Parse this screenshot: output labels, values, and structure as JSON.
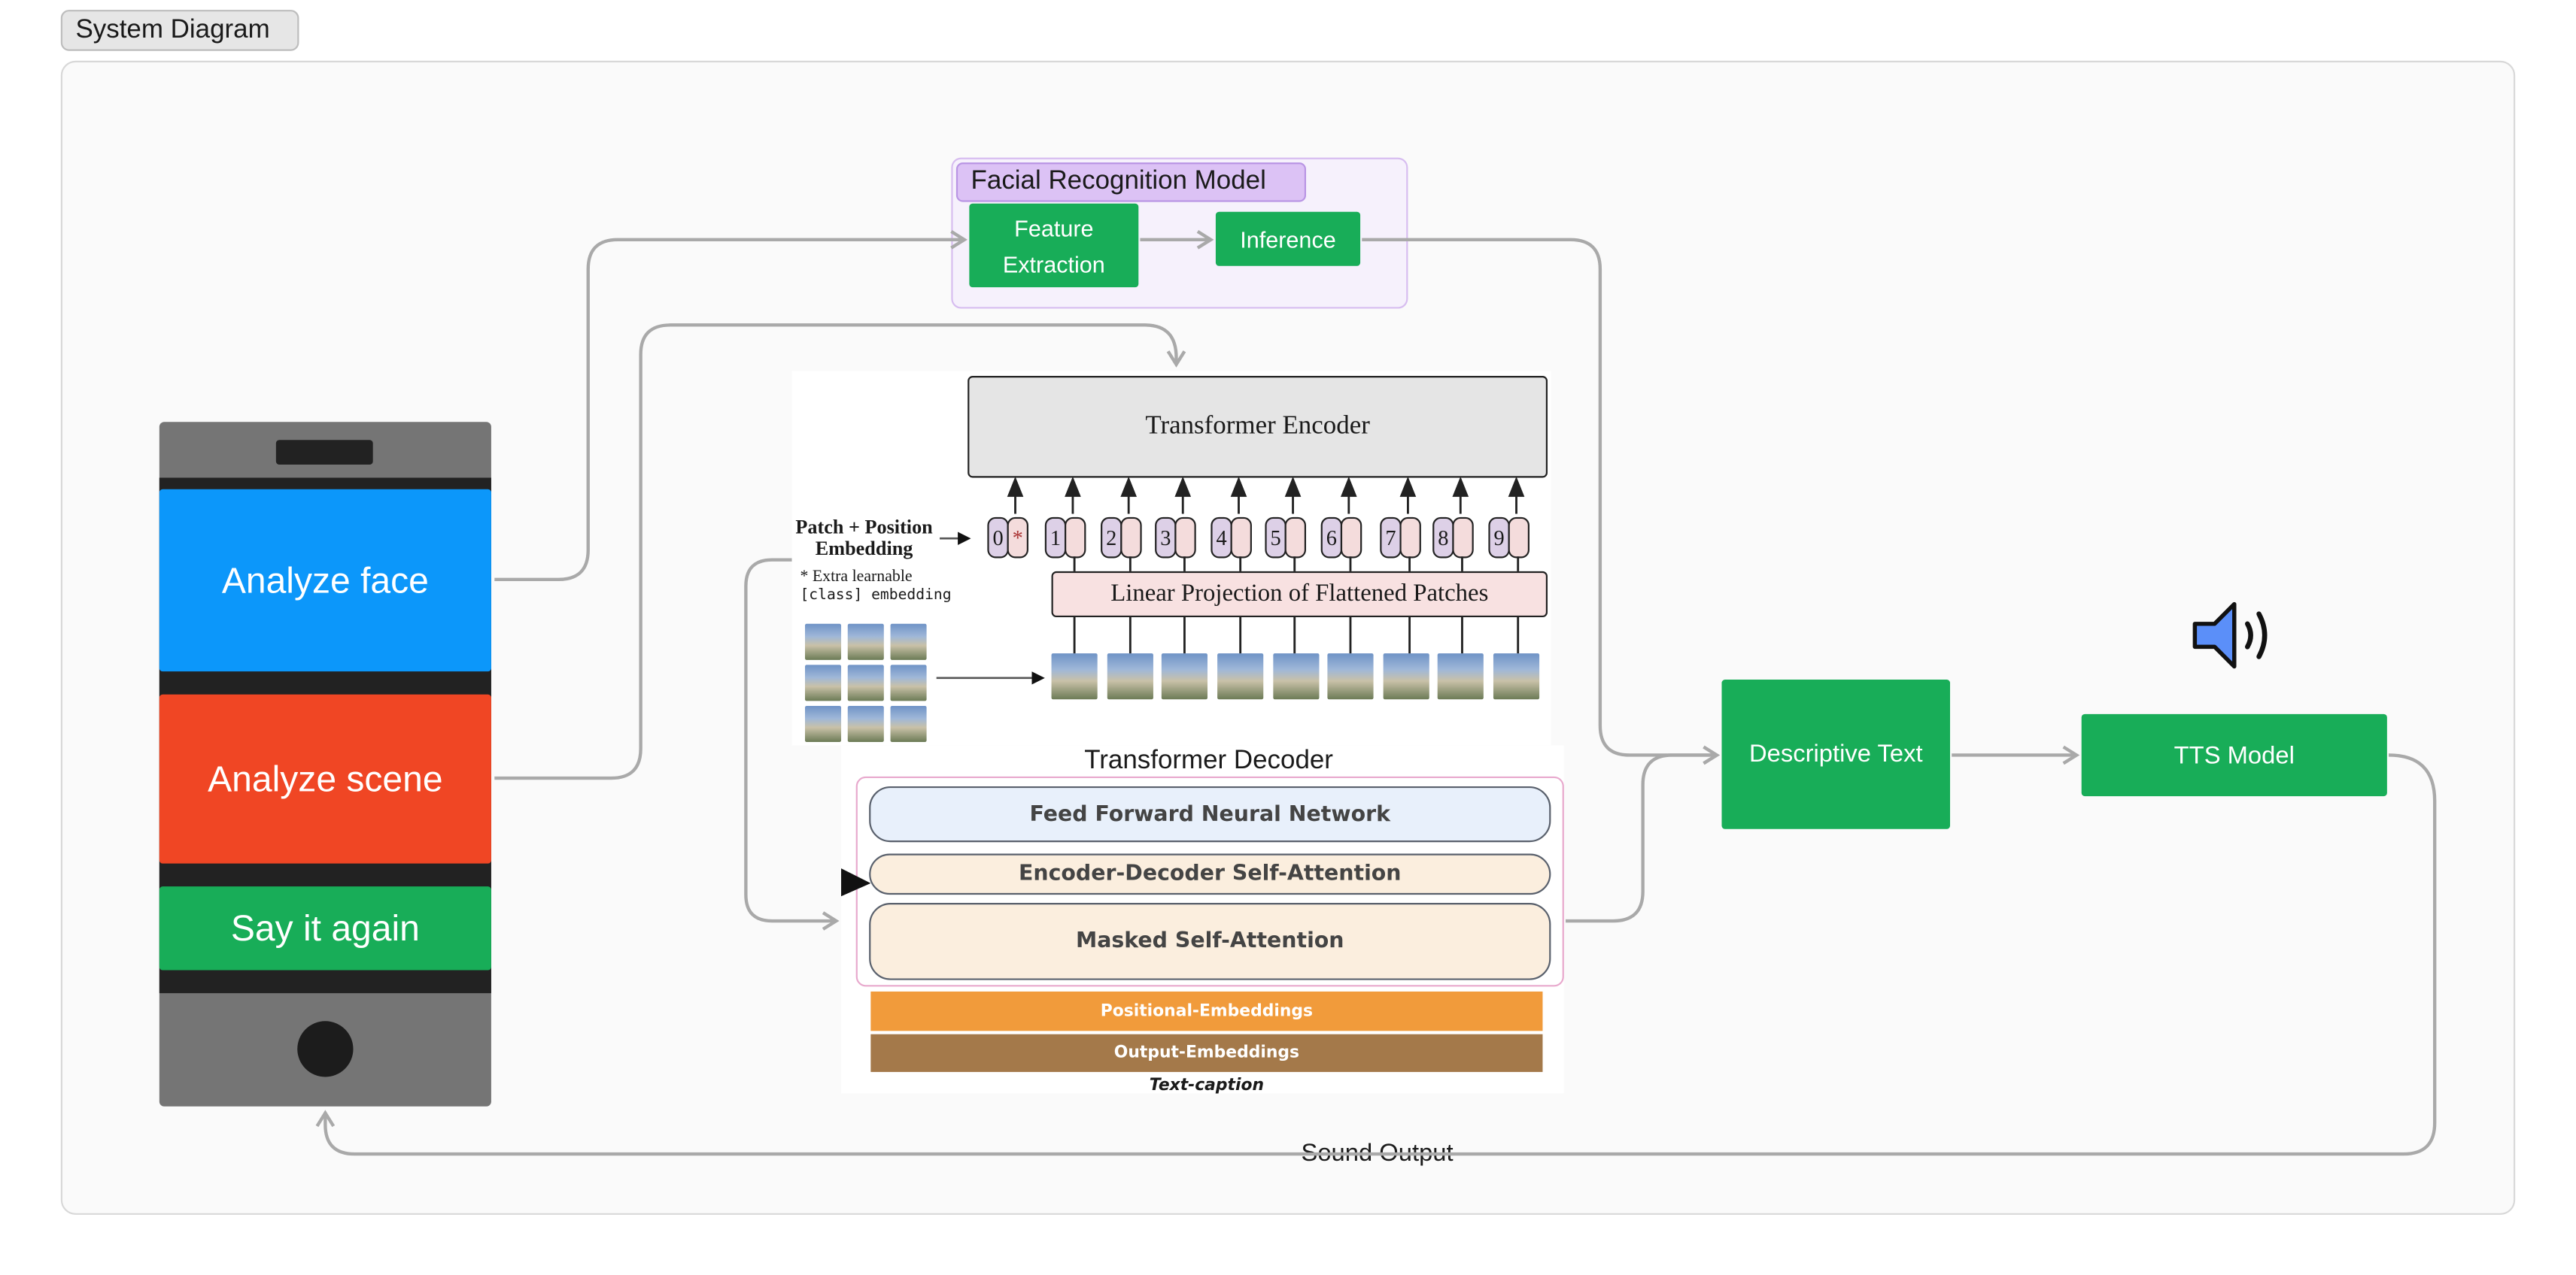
{
  "tab_title": "System Diagram",
  "phone": {
    "buttons": [
      {
        "label": "Analyze face",
        "color": "#0c97fa"
      },
      {
        "label": "Analyze scene",
        "color": "#f04624"
      },
      {
        "label": "Say it again",
        "color": "#18ad58"
      }
    ]
  },
  "facial_model": {
    "title": "Facial Recognition Model",
    "feature_extraction": "Feature Extraction",
    "inference": "Inference"
  },
  "vit": {
    "encoder": "Transformer Encoder",
    "patch_label": "Patch + Position Embedding",
    "extra_note_1": "* Extra learnable",
    "extra_note_2": "[class] embedding",
    "projection": "Linear Projection of Flattened Patches",
    "tokens": [
      "0",
      "1",
      "2",
      "3",
      "4",
      "5",
      "6",
      "7",
      "8",
      "9"
    ],
    "class_token": "*"
  },
  "decoder": {
    "title": "Transformer Decoder",
    "ffn": "Feed Forward Neural Network",
    "enc_dec_attn": "Encoder-Decoder Self-Attention",
    "masked_attn": "Masked Self-Attention",
    "positional": "Positional-Embeddings",
    "output": "Output-Embeddings",
    "caption": "Text-caption"
  },
  "descriptive_text": "Descriptive Text",
  "tts_model": "TTS Model",
  "sound_output": "Sound Output",
  "colors": {
    "green": "#18ad58",
    "blue": "#0c97fa",
    "red": "#f04624",
    "speaker": "#5b8ff9",
    "arrow": "#a9a9a9"
  },
  "icons": [
    "speaker-icon"
  ]
}
